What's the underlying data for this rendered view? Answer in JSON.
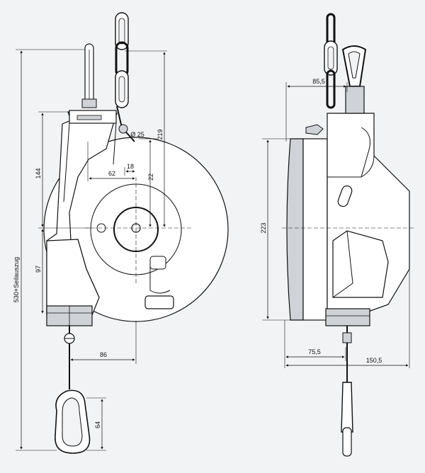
{
  "colors": {
    "background": "#f1f3f5",
    "line": "#111111",
    "body_fill": "#ffffff",
    "shade_fill": "#cfd3d8"
  },
  "front_view": {
    "dims": {
      "total_height": "530+Seilauszug",
      "upper_height": "144",
      "lower_height": "97",
      "top_to_center": "219",
      "width_62": "62",
      "width_18": "18",
      "height_22": "22",
      "bottom_width": "86",
      "hook_height": "64",
      "gap_small": "Ø 25"
    }
  },
  "side_view": {
    "dims": {
      "top_offset": "85,5",
      "body_height": "223",
      "bottom_left": "75,5",
      "overall_width": "150,5"
    }
  }
}
